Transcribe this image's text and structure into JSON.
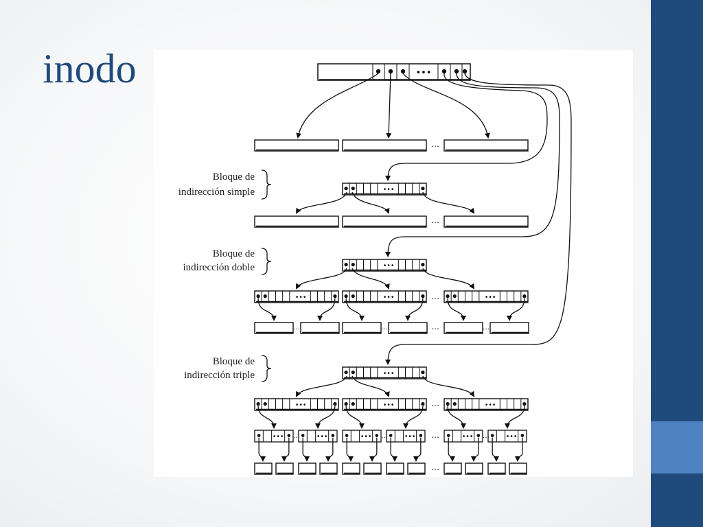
{
  "slide": {
    "title": "inodo",
    "colors": {
      "title": "#1f4a7c",
      "sidebar": "#1f4a7c",
      "sidebar_accent": "#4e82c0"
    }
  },
  "diagram": {
    "description_labels": {
      "simple": [
        "Bloque de",
        "indirección simple"
      ],
      "doble": [
        "Bloque de",
        "indirección doble"
      ],
      "triple": [
        "Bloque de",
        "indirección triple"
      ]
    },
    "ellipsis": "…",
    "pointer_dots": "•••"
  }
}
